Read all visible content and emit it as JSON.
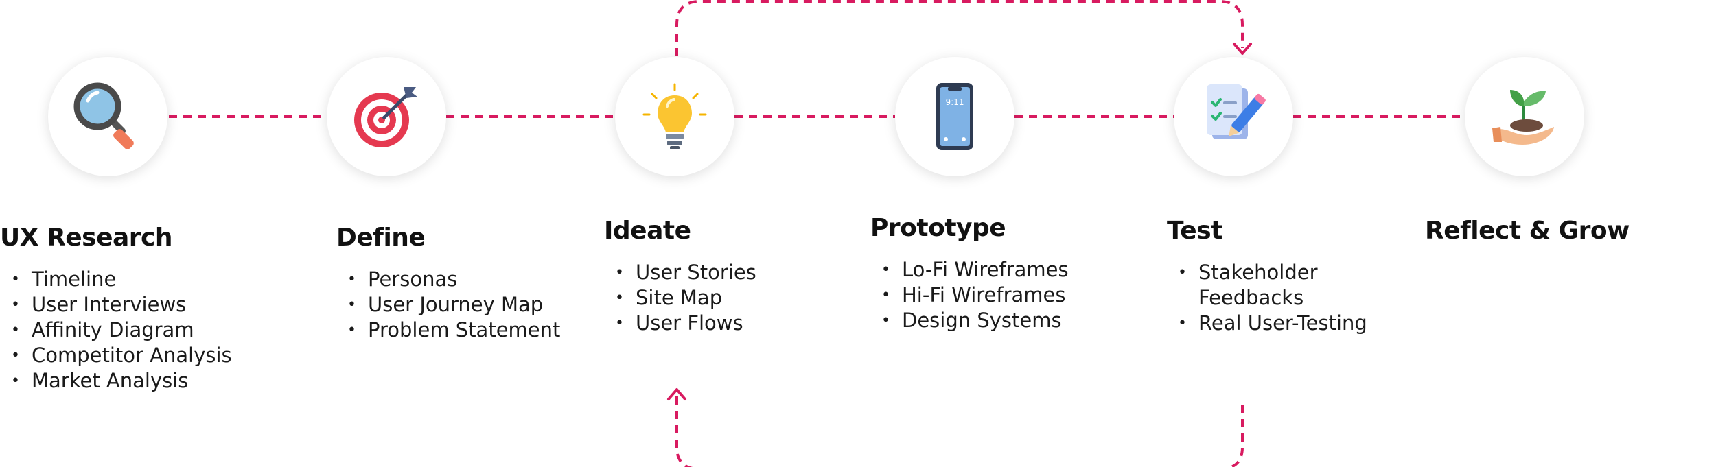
{
  "accent_color": "#d81b60",
  "stages": [
    {
      "title": "UX Research",
      "icon": "magnifier-icon",
      "items": [
        "Timeline",
        "User Interviews",
        "Affinity Diagram",
        "Competitor Analysis",
        "Market Analysis"
      ]
    },
    {
      "title": "Define",
      "icon": "target-icon",
      "items": [
        "Personas",
        "User Journey Map",
        "Problem Statement"
      ]
    },
    {
      "title": "Ideate",
      "icon": "lightbulb-icon",
      "items": [
        "User Stories",
        "Site Map",
        "User Flows"
      ]
    },
    {
      "title": "Prototype",
      "icon": "smartphone-icon",
      "items": [
        "Lo-Fi Wireframes",
        "Hi-Fi Wireframes",
        "Design Systems"
      ],
      "phone_time": "9:11"
    },
    {
      "title": "Test",
      "icon": "checklist-pencil-icon",
      "items": [
        "Stakeholder Feedbacks",
        "Real User-Testing"
      ]
    },
    {
      "title": "Reflect & Grow",
      "icon": "sprout-hand-icon",
      "items": []
    }
  ]
}
